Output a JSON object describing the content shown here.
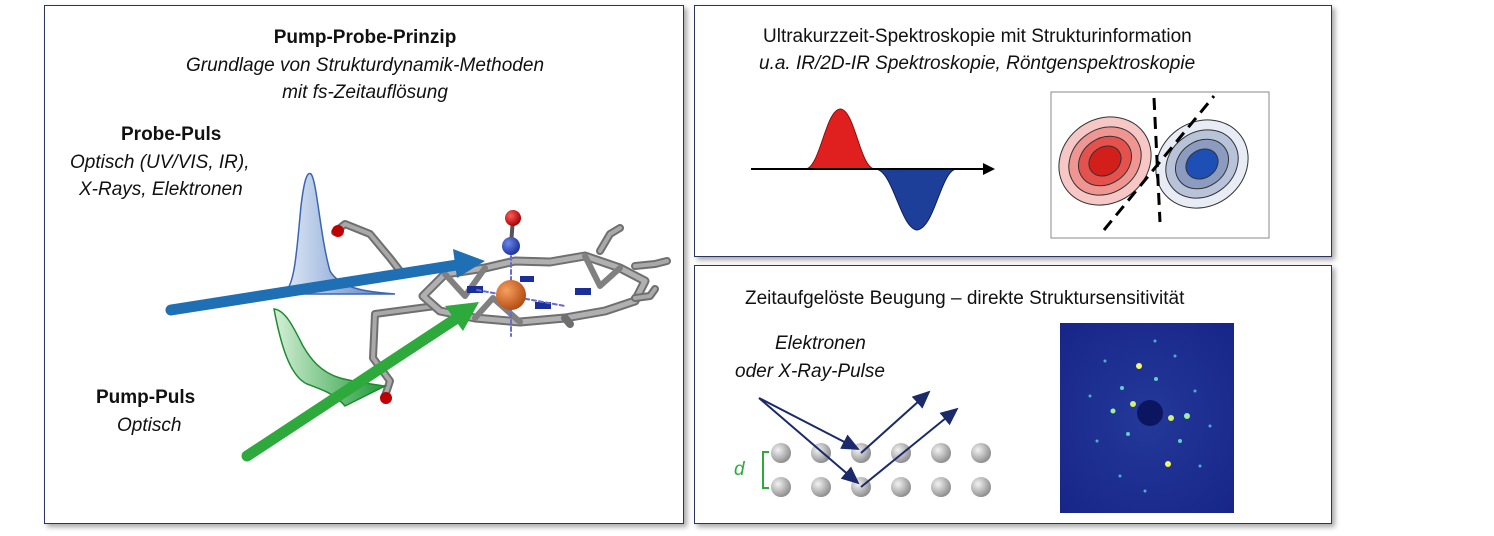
{
  "pump_probe": {
    "title": "Pump-Probe-Prinzip",
    "subtitle_line1": "Grundlage von Strukturdynamik-Methoden",
    "subtitle_line2": "mit fs-Zeitauflösung",
    "probe_title": "Probe-Puls",
    "probe_line1": "Optisch (UV/VIS, IR),",
    "probe_line2": "X-Rays, Elektronen",
    "pump_title": "Pump-Puls",
    "pump_line1": "Optisch"
  },
  "spectroscopy": {
    "title": "Ultrakurzzeit-Spektroskopie mit Strukturinformation",
    "subtitle": "u.a. IR/2D-IR Spektroskopie, Röntgenspektroskopie"
  },
  "diffraction": {
    "title": "Zeitaufgelöste Beugung – direkte Struktursensitivität",
    "beam_line1": "Elektronen",
    "beam_line2": "oder X-Ray-Pulse",
    "spacing_label": "d"
  },
  "colors": {
    "panel_border": "#2a3560",
    "probe_arrow": "#1f6fb5",
    "pump_arrow": "#2eaa3c",
    "positive_peak": "#e0201e",
    "negative_peak": "#1d3f9a",
    "spacing_label": "#2eaa3c",
    "pattern_bg": "#1a2a8c"
  }
}
